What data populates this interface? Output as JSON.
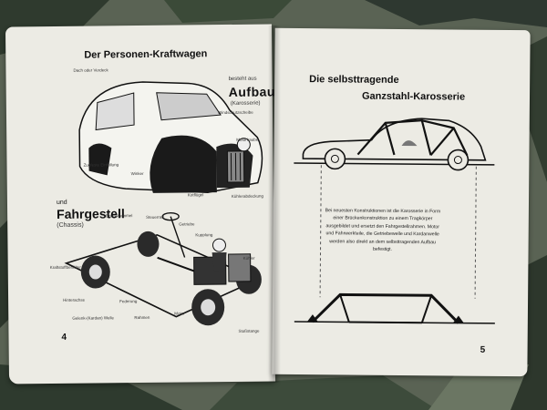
{
  "left_page": {
    "title": "Der Personen-Kraftwagen",
    "bestehend_aus": "besteht aus",
    "aufbau": "Aufbau",
    "karosserie": "(Karosserie)",
    "und": "und",
    "fahrgestell": "Fahrgestell",
    "chassis": "(Chassis)",
    "page_number": "4",
    "body_labels": [
      "Dach oder Verdeck",
      "Windschutzscheibe",
      "Motorhaube",
      "Zugfeste Einfüllung",
      "Winker",
      "Kotflügel",
      "Kühlerabdeckung"
    ],
    "chassis_labels": [
      "Bremstrommel",
      "Steuerrad",
      "Getriebe",
      "Kupplung",
      "Kühler",
      "Kraftstoffbehälter",
      "Hinterachse",
      "Federung",
      "Gelenk-(Kardan) Welle",
      "Rahmen",
      "Motor",
      "Stoßstange"
    ]
  },
  "right_page": {
    "title_line1": "Die selbsttragende",
    "title_line2": "Ganzstahl-Karosserie",
    "body_text": "Bei neuesten Konstruktionen ist die Karosserie in Form einer Brückenkonstruktion zu einem Tragkörper ausgebildet und ersetzt den Fahrgestellrahmen. Motor und Fahrwerkteile, die Getriebewelle und Kardanwelle werden also direkt an dem selbsttragenden Aufbau befestigt.",
    "page_number": "5"
  }
}
